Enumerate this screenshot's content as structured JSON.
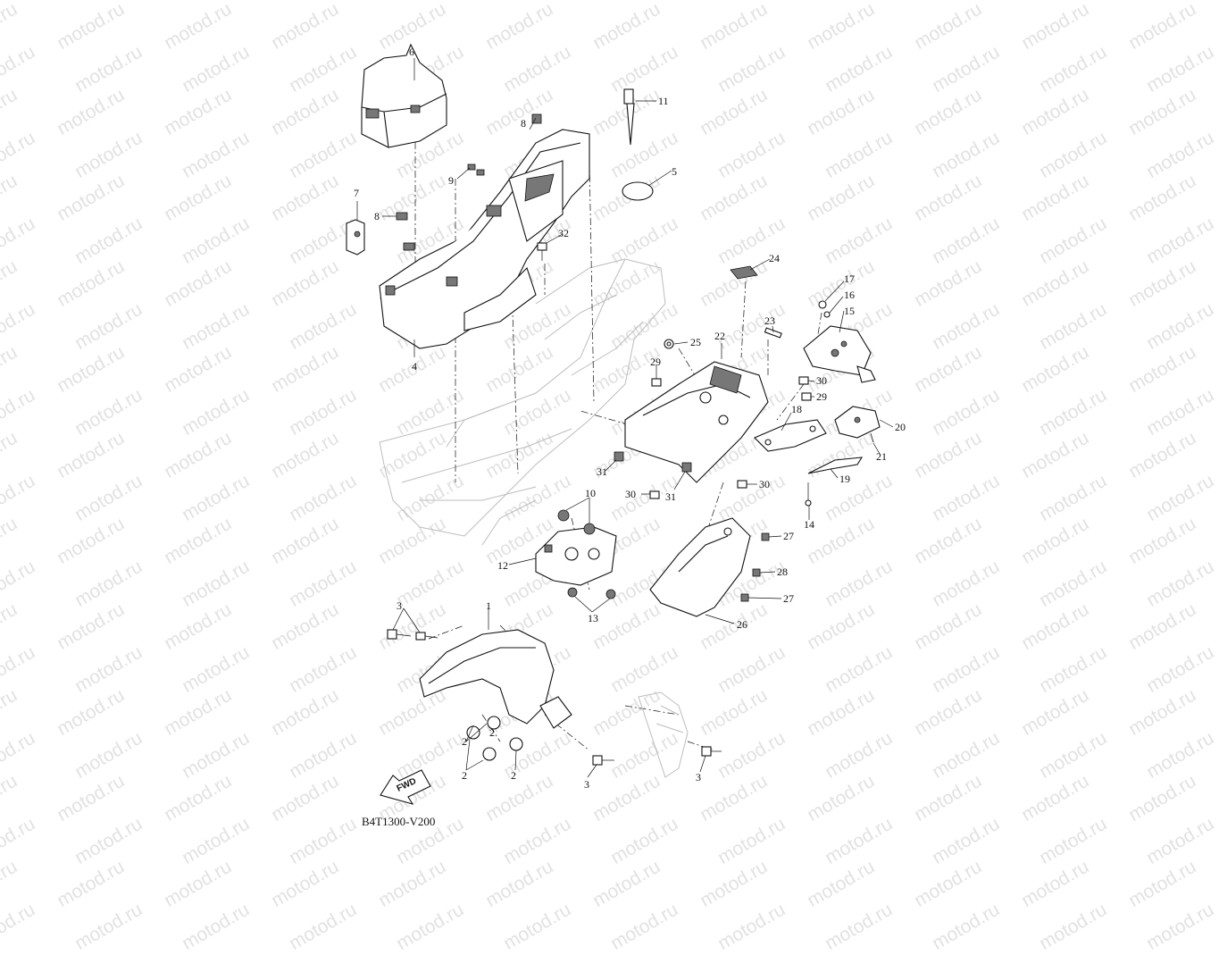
{
  "diagram": {
    "code": "B4T1300-V200",
    "fwd_label": "FWD",
    "watermark": "motod.ru",
    "callouts": {
      "p1": "1",
      "p2a": "2",
      "p2b": "2",
      "p2c": "2",
      "p2d": "2",
      "p3a": "3",
      "p3b": "3",
      "p3c": "3",
      "p4": "4",
      "p5": "5",
      "p6": "6",
      "p7": "7",
      "p8a": "8",
      "p8b": "8",
      "p9": "9",
      "p10": "10",
      "p11": "11",
      "p12": "12",
      "p13": "13",
      "p14": "14",
      "p15": "15",
      "p16": "16",
      "p17": "17",
      "p18": "18",
      "p19": "19",
      "p20": "20",
      "p21": "21",
      "p22": "22",
      "p23": "23",
      "p24": "24",
      "p25": "25",
      "p26": "26",
      "p27a": "27",
      "p27b": "27",
      "p28": "28",
      "p29a": "29",
      "p29b": "29",
      "p30a": "30",
      "p30b": "30",
      "p30c": "30",
      "p31a": "31",
      "p31b": "31",
      "p32": "32"
    }
  }
}
